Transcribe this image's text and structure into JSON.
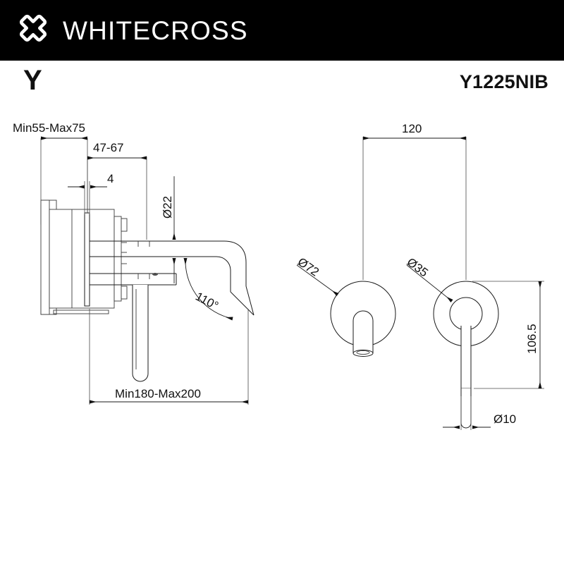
{
  "header": {
    "logo_icon": "whitecross-x-logo-icon",
    "brand_name": "WHITECROSS",
    "background_color": "#000000",
    "text_color": "#ffffff"
  },
  "title_row": {
    "series_letter": "Y",
    "model_code": "Y1225NIB"
  },
  "drawing": {
    "side_view": {
      "name": "side-elevation-view",
      "dimensions": {
        "wall_depth": "Min55-Max75",
        "plate_projection": "47-67",
        "plate_thickness": "4",
        "spout_diameter": "Ø22",
        "spout_angle": "110°",
        "spout_reach": "Min180-Max200"
      }
    },
    "front_view": {
      "name": "front-elevation-view",
      "dimensions": {
        "center_distance": "120",
        "rosette_diameter": "Ø72",
        "handle_hub_diameter": "Ø35",
        "handle_length": "106.5",
        "handle_rod_diameter": "Ø10"
      }
    }
  },
  "colors": {
    "line": "#1a1a1a",
    "dimension": "#4a4a4a",
    "background": "#ffffff",
    "brand_bar": "#000000"
  }
}
